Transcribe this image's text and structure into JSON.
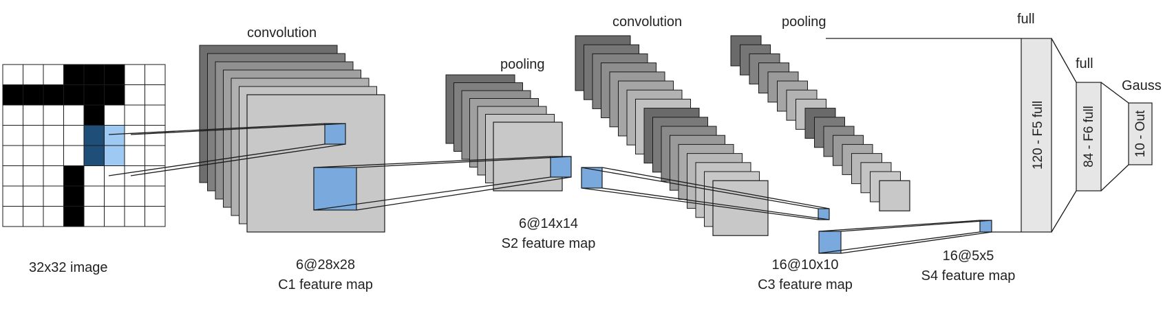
{
  "labels": {
    "input": "32x32 image",
    "conv1_op": "convolution",
    "c1_size": "6@28x28",
    "c1_name": "C1 feature map",
    "pool1_op": "pooling",
    "s2_size": "6@14x14",
    "s2_name": "S2 feature map",
    "conv2_op": "convolution",
    "c3_size": "16@10x10",
    "c3_name": "C3 feature map",
    "pool2_op": "pooling",
    "s4_size": "16@5x5",
    "s4_name": "S4 feature map",
    "f5_op": "full",
    "f5_name": "120 - F5 full",
    "f6_op": "full",
    "f6_name": "84 - F6 full",
    "out_op": "Gauss",
    "out_name": "10 - Out"
  },
  "input_pattern": [
    [
      0,
      0,
      0,
      1,
      1,
      1,
      0,
      0
    ],
    [
      1,
      1,
      1,
      1,
      1,
      1,
      0,
      0
    ],
    [
      0,
      0,
      0,
      0,
      1,
      0,
      0,
      0
    ],
    [
      0,
      0,
      0,
      0,
      2,
      3,
      0,
      0
    ],
    [
      0,
      0,
      0,
      0,
      2,
      3,
      0,
      0
    ],
    [
      0,
      0,
      0,
      1,
      0,
      0,
      0,
      0
    ],
    [
      0,
      0,
      0,
      1,
      0,
      0,
      0,
      0
    ],
    [
      0,
      0,
      0,
      1,
      0,
      0,
      0,
      0
    ]
  ],
  "colors": {
    "black_cell": "#000000",
    "dark_blue_cell": "#1f4e79",
    "light_blue_cell": "#9ec9f2",
    "highlight": "#7aaadd",
    "fc_fill": "#e6e6e6",
    "stroke": "#1a1a1a"
  },
  "stacks": {
    "c1_grays": [
      "#6e6e6e",
      "#808080",
      "#909090",
      "#a0a0a0",
      "#b0b0b0",
      "#c4c4c4"
    ],
    "s2_grays": [
      "#6e6e6e",
      "#808080",
      "#909090",
      "#a0a0a0",
      "#b0b0b0",
      "#c4c4c4"
    ],
    "c3_grays": [
      "#6a6a6a",
      "#767676",
      "#828282",
      "#8e8e8e",
      "#9a9a9a",
      "#a6a6a6",
      "#b2b2b2",
      "#c0c0c0",
      "#6a6a6a",
      "#7a7a7a",
      "#8a8a8a",
      "#9a9a9a",
      "#aaaaaa",
      "#b8b8b8",
      "#c4c4c4",
      "#c8c8c8"
    ],
    "s4_grays": [
      "#6a6a6a",
      "#767676",
      "#828282",
      "#8e8e8e",
      "#9a9a9a",
      "#a6a6a6",
      "#b2b2b2",
      "#c0c0c0",
      "#6a6a6a",
      "#7a7a7a",
      "#8a8a8a",
      "#9a9a9a",
      "#aaaaaa",
      "#b8b8b8",
      "#c4c4c4",
      "#c8c8c8"
    ]
  }
}
